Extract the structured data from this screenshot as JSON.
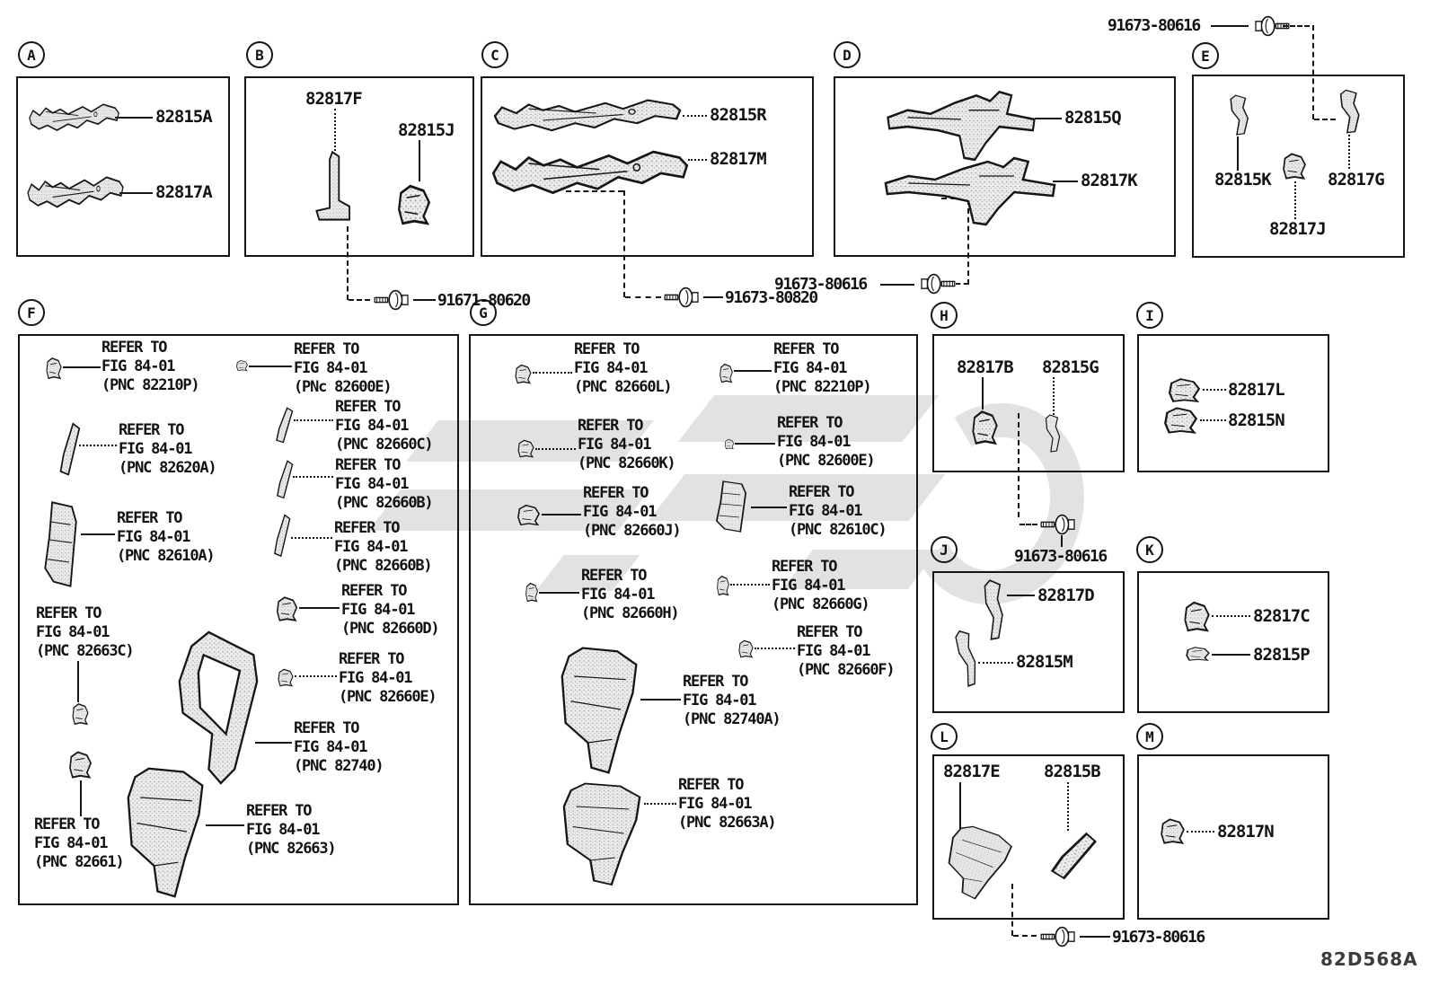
{
  "page": {
    "code": "82D568A"
  },
  "shared": {
    "refer_to": "REFER TO",
    "fig": "FIG 84-01"
  },
  "fasteners": {
    "top_right": "91673-80616",
    "b": "91671-80620",
    "c": "91673-80820",
    "d": "91673-80616",
    "h": "91673-80616",
    "l": "91673-80616"
  },
  "sections": {
    "A": {
      "letter": "A",
      "parts": {
        "p1": "82815A",
        "p2": "82817A"
      }
    },
    "B": {
      "letter": "B",
      "parts": {
        "p1": "82817F",
        "p2": "82815J"
      }
    },
    "C": {
      "letter": "C",
      "parts": {
        "p1": "82815R",
        "p2": "82817M"
      }
    },
    "D": {
      "letter": "D",
      "parts": {
        "p1": "82815Q",
        "p2": "82817K"
      }
    },
    "E": {
      "letter": "E",
      "parts": {
        "p1": "82815K",
        "p2": "82817J",
        "p3": "82817G"
      }
    },
    "F": {
      "letter": "F",
      "refs": {
        "r1": "(PNC 82210P)",
        "r2": "(PNc 82600E)",
        "r3": "(PNC 82620A)",
        "r4": "(PNC 82660C)",
        "r5": "(PNC 82660B)",
        "r6": "(PNC 82660B)",
        "r7": "(PNC 82610A)",
        "r8": "(PNC 82660D)",
        "r9": "(PNC 82660E)",
        "r10": "(PNC 82663C)",
        "r11": "(PNC 82740)",
        "r12": "(PNC 82661)",
        "r13": "(PNC 82663)"
      }
    },
    "G": {
      "letter": "G",
      "refs": {
        "r1": "(PNC 82660L)",
        "r2": "(PNC 82210P)",
        "r3": "(PNC 82660K)",
        "r4": "(PNC 82600E)",
        "r5": "(PNC 82660J)",
        "r6": "(PNC 82610C)",
        "r7": "(PNC 82660H)",
        "r8": "(PNC 82660G)",
        "r9": "(PNC 82660F)",
        "r10": "(PNC 82740A)",
        "r11": "(PNC 82663A)"
      }
    },
    "H": {
      "letter": "H",
      "parts": {
        "p1": "82817B",
        "p2": "82815G"
      }
    },
    "I": {
      "letter": "I",
      "parts": {
        "p1": "82817L",
        "p2": "82815N"
      }
    },
    "J": {
      "letter": "J",
      "parts": {
        "p1": "82817D",
        "p2": "82815M"
      }
    },
    "K": {
      "letter": "K",
      "parts": {
        "p1": "82817C",
        "p2": "82815P"
      }
    },
    "L": {
      "letter": "L",
      "parts": {
        "p1": "82817E",
        "p2": "82815B"
      }
    },
    "M": {
      "letter": "M",
      "parts": {
        "p1": "82817N"
      }
    }
  }
}
